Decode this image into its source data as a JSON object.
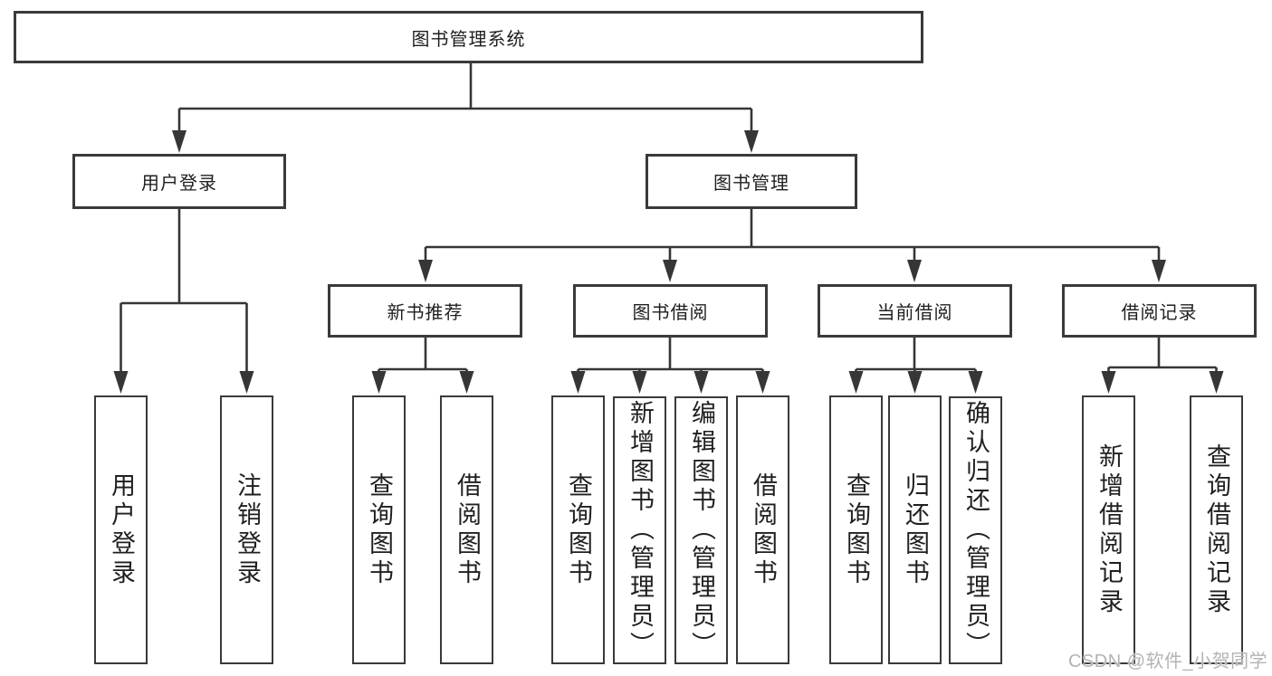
{
  "tree": {
    "label": "图书管理系统",
    "children": [
      {
        "label": "用户登录",
        "children": [
          {
            "label": "用户登录"
          },
          {
            "label": "注销登录"
          }
        ]
      },
      {
        "label": "图书管理",
        "children": [
          {
            "label": "新书推荐",
            "children": [
              {
                "label": "查询图书"
              },
              {
                "label": "借阅图书"
              }
            ]
          },
          {
            "label": "图书借阅",
            "children": [
              {
                "label": "查询图书"
              },
              {
                "label": "新增图书（管理员）"
              },
              {
                "label": "编辑图书（管理员）"
              },
              {
                "label": "借阅图书"
              }
            ]
          },
          {
            "label": "当前借阅",
            "children": [
              {
                "label": "查询图书"
              },
              {
                "label": "归还图书"
              },
              {
                "label": "确认归还（管理员）"
              }
            ]
          },
          {
            "label": "借阅记录",
            "children": [
              {
                "label": "新增借阅记录"
              },
              {
                "label": "查询借阅记录"
              }
            ]
          }
        ]
      }
    ]
  },
  "watermark": {
    "text": "CSDN @软件_小贺同学"
  },
  "colors": {
    "line": "#363636",
    "border": "#3a3a3a",
    "text": "#1f1f1f",
    "watermark": "#b3b3b3",
    "background": "#ffffff"
  }
}
